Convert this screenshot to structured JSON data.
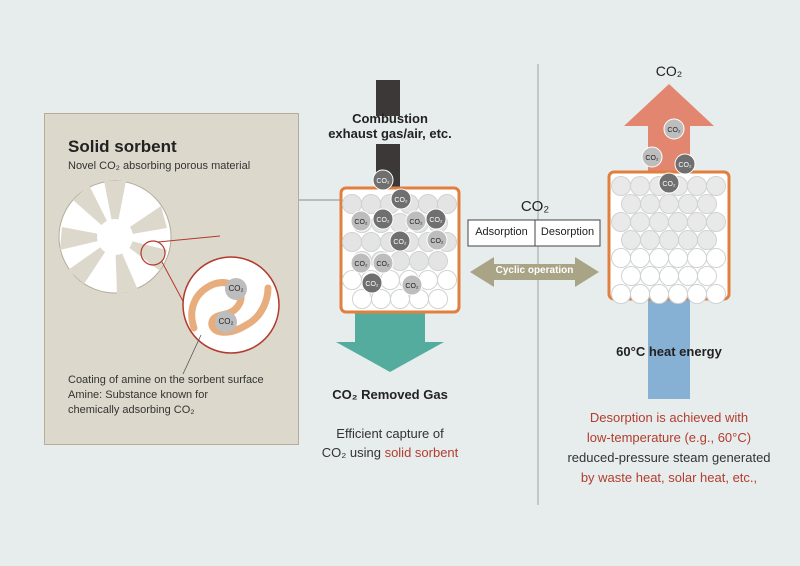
{
  "panel": {
    "title": "Solid sorbent",
    "subtitle": "Novel CO₂ absorbing porous material",
    "caption_line1": "Coating of amine on the sorbent surface",
    "caption_line2": "Amine: Substance known for",
    "caption_line3": "chemically adsorbing CO₂",
    "molecule_label": "CO₂"
  },
  "adsorption": {
    "input_label_line1": "Combustion",
    "input_label_line2": "exhaust gas/air, etc.",
    "output_label": "CO₂ Removed Gas",
    "summary_line1": "Efficient capture of",
    "summary_line2_prefix": "CO₂ using ",
    "summary_line2_highlight": "solid sorbent"
  },
  "cycle": {
    "title": "CO₂",
    "left_label": "Adsorption",
    "right_label": "Desorption",
    "arrow_label": "Cyclic operation"
  },
  "desorption": {
    "output_label": "CO₂",
    "heat_label": "60°C heat energy",
    "summary_line1": "Desorption is achieved with",
    "summary_line2": "low-temperature (e.g., 60°C)",
    "summary_line3": "reduced-pressure steam generated",
    "summary_line4": "by waste heat, solar heat, etc.,"
  },
  "colors": {
    "background": "#e7ecec",
    "panel": "#ddd8cc",
    "container_border": "#e07f3e",
    "exhaust_arrow": "#3b3837",
    "clean_gas_arrow": "#54ac9e",
    "co2_output_arrow": "#e38670",
    "heat_arrow": "#86b1d4",
    "cycle_arrow": "#a9a486",
    "highlight_text": "#b33d2e"
  }
}
